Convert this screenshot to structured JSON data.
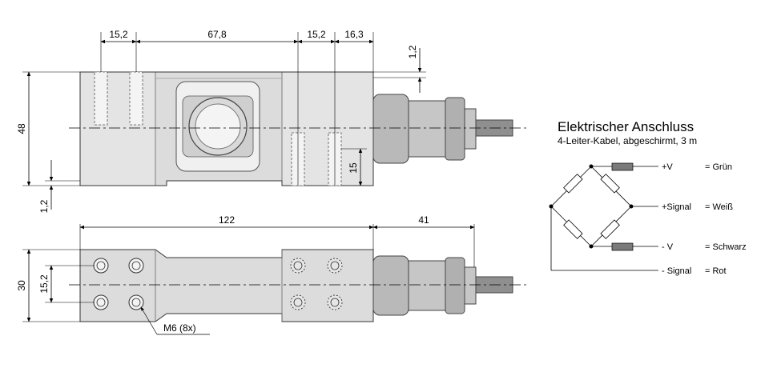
{
  "dimensions": {
    "d_15_2_left": "15,2",
    "d_67_8": "67,8",
    "d_15_2_right": "15,2",
    "d_16_3": "16,3",
    "d_1_2_top": "1,2",
    "d_48": "48",
    "d_1_2_bottom": "1,2",
    "d_15": "15",
    "d_122": "122",
    "d_41": "41",
    "d_30": "30",
    "d_15_2_bottom": "15,2",
    "thread_callout": "M6 (8x)"
  },
  "connection": {
    "title": "Elektrischer Anschluss",
    "subtitle": "4-Leiter-Kabel, abgeschirmt, 3 m",
    "wires": [
      {
        "signal": "+V",
        "color_name": "= Grün"
      },
      {
        "signal": "+Signal",
        "color_name": "= Weiß"
      },
      {
        "signal": "- V",
        "color_name": "= Schwarz"
      },
      {
        "signal": "- Signal",
        "color_name": "= Rot"
      }
    ]
  },
  "colors": {
    "body": "#dcdcdc",
    "cable_gland": "#b9b9b9",
    "cable": "#8f8f8f",
    "resistor": "#7a7a7a"
  }
}
